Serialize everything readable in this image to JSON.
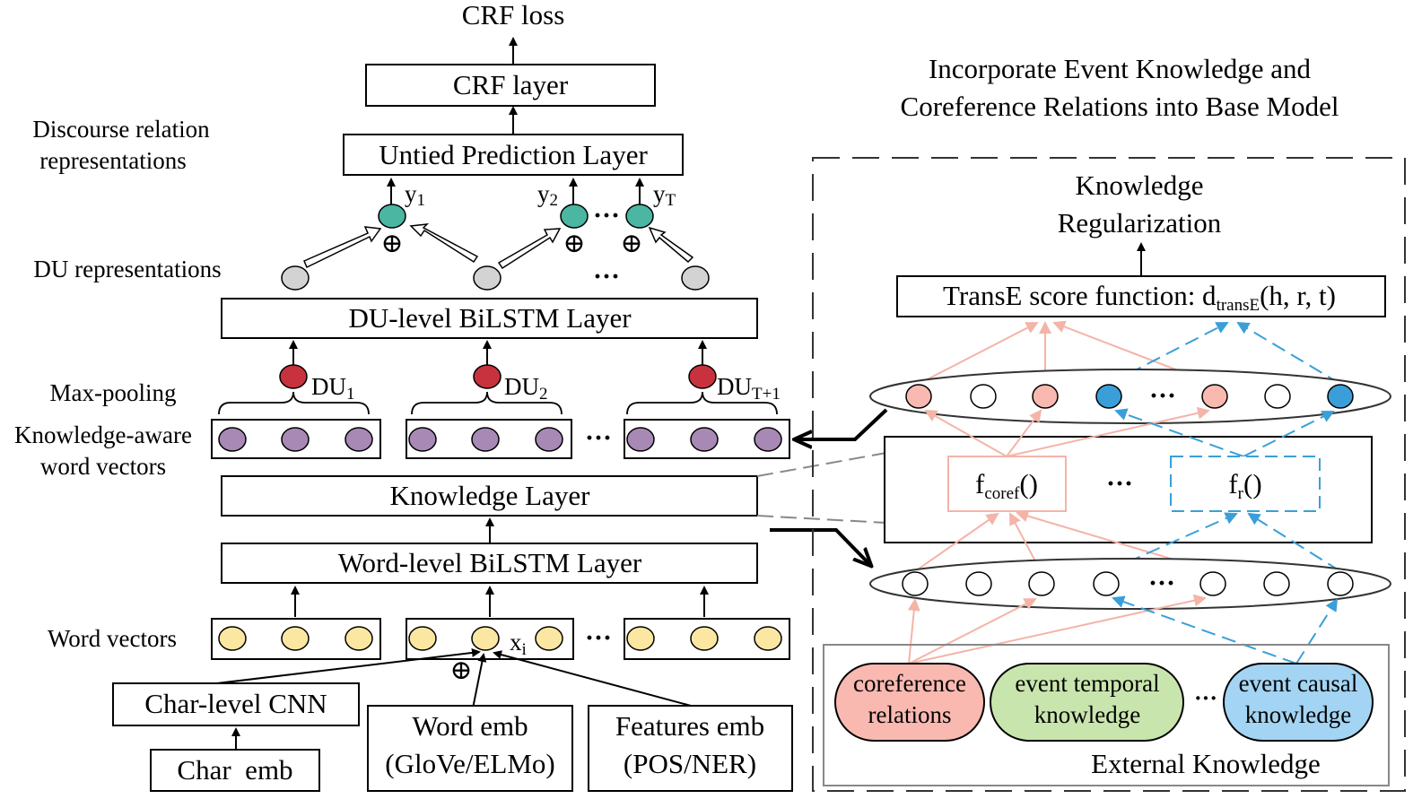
{
  "top": {
    "crf_loss": "CRF loss",
    "crf_layer": "CRF layer",
    "untied_layer": "Untied Prediction Layer"
  },
  "left_labels": {
    "discourse_1": "Discourse relation",
    "discourse_2": "representations",
    "du_reps": "DU representations",
    "max_pooling": "Max-pooling",
    "kaw_1": "Knowledge-aware",
    "kaw_2": "word vectors",
    "word_vectors": "Word vectors"
  },
  "outputs": {
    "y": "y",
    "y1_sub": "1",
    "y2_sub": "2",
    "yT_sub": "T",
    "oplus": "⊕",
    "ellipsis": "···"
  },
  "layers": {
    "du_bilstm": "DU-level BiLSTM Layer",
    "knowledge": "Knowledge Layer",
    "word_bilstm": "Word-level BiLSTM Layer"
  },
  "du_nodes": {
    "du": "DU",
    "du1_sub": "1",
    "du2_sub": "2",
    "duT_sub": "T+1"
  },
  "word": {
    "x": "x",
    "x_sub": "i"
  },
  "inputs": {
    "char_cnn": "Char-level CNN",
    "char_emb": "Char  emb",
    "word_emb_1": "Word emb",
    "word_emb_2": "(GloVe/ELMo)",
    "feat_emb_1": "Features emb",
    "feat_emb_2": "(POS/NER)"
  },
  "right": {
    "title_1": "Incorporate Event Knowledge and",
    "title_2": "Coreference Relations into Base Model",
    "reg_1": "Knowledge",
    "reg_2": "Regularization",
    "transe_main": "TransE score function: d",
    "transe_sub": "transE",
    "transe_args": "(h, r, t)",
    "f": "f",
    "fcoref_sub": "coref",
    "fr_sub": "r",
    "paren": "()",
    "ellipsis": "···",
    "coref_1": "coreference",
    "coref_2": "relations",
    "temporal_1": "event temporal",
    "temporal_2": "knowledge",
    "causal_1": "event causal",
    "causal_2": "knowledge",
    "external": "External Knowledge"
  },
  "colors": {
    "teal": "#4bb6a2",
    "gray_node": "#d3d3d3",
    "red_node": "#c8313e",
    "purple_node": "#a889b5",
    "yellow_node": "#fbe7a1",
    "salmon": "#f4b4a8",
    "pink_fill": "#f9b9b0",
    "blue": "#3a9fd8",
    "blue_fill": "#a3d4f3",
    "green_fill": "#c9e5ae"
  }
}
